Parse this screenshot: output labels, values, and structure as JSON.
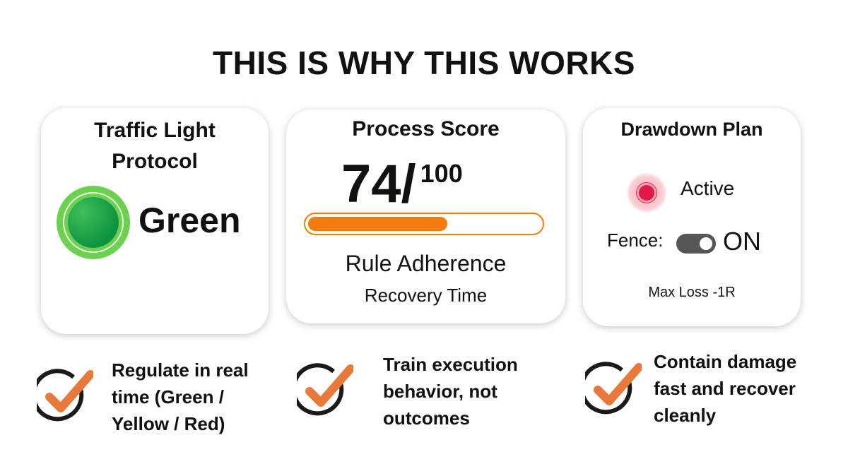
{
  "title": "THIS IS WHY THIS WORKS",
  "cards": [
    {
      "title_line1": "Traffic Light",
      "title_line2": "Protocol",
      "status": "Green",
      "status_color": "#0d9440"
    },
    {
      "title": "Process Score",
      "score": "74/",
      "score_max": "100",
      "progress_percent": 60,
      "line1": "Rule Adherence",
      "line2": "Recovery Time",
      "accent": "#f57c0a"
    },
    {
      "title": "Drawdown Plan",
      "status": "Active",
      "fence_label": "Fence:",
      "fence_state": "ON",
      "fence_on": true,
      "max_loss": "Max Loss -1R",
      "dot_color": "#e0184a"
    }
  ],
  "benefits": [
    {
      "lines": [
        "Regulate in real",
        "time (Green /",
        "Yellow / Red)"
      ]
    },
    {
      "lines": [
        "Train execution",
        "behavior, not",
        "outcomes"
      ]
    },
    {
      "lines": [
        "Contain damage",
        "fast and recover",
        "cleanly"
      ]
    }
  ],
  "icons": {
    "check": "check-circle-icon",
    "accent": "#e8793a"
  }
}
